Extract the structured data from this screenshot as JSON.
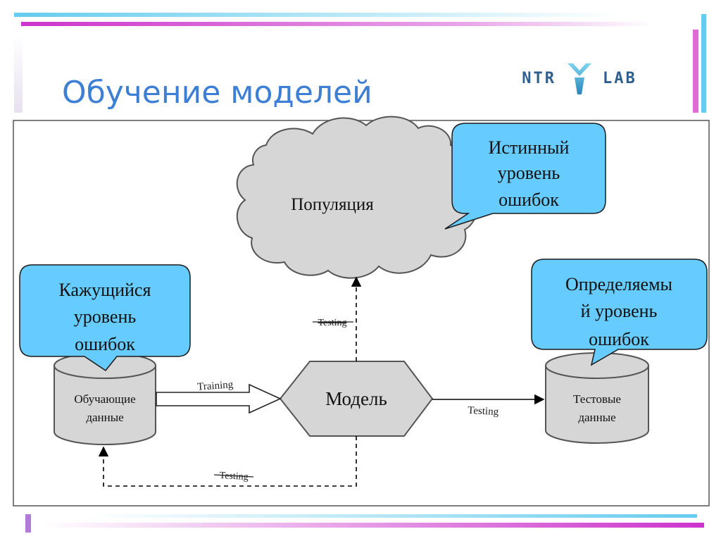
{
  "slide": {
    "title": "Обучение моделей",
    "logo": {
      "left": "NTR",
      "right": "LAB"
    }
  },
  "diagram": {
    "population": "Популяция",
    "model": "Модель",
    "training_data": [
      "Обучающие",
      "данные"
    ],
    "test_data": [
      "Тестовые",
      "данные"
    ],
    "callout_true": [
      "Истинный",
      "уровень",
      "ошибок"
    ],
    "callout_apparent": [
      "Кажущийся",
      "уровень",
      "ошибок"
    ],
    "callout_estimated": [
      "Определяемы",
      "й уровень",
      "ошибок"
    ],
    "edge_training": "Training",
    "edge_testing_test": "Testing",
    "edge_testing_population": "Testing",
    "edge_testing_train": "Testing"
  },
  "colors": {
    "title": "#3d7fd4",
    "callout_fill": "#66ccff",
    "shape_fill": "#d6d6d6",
    "shape_stroke": "#555555",
    "accent_magenta": "#cc33cc",
    "accent_blue": "#66ccee",
    "accent_violet": "#b07cd8"
  }
}
